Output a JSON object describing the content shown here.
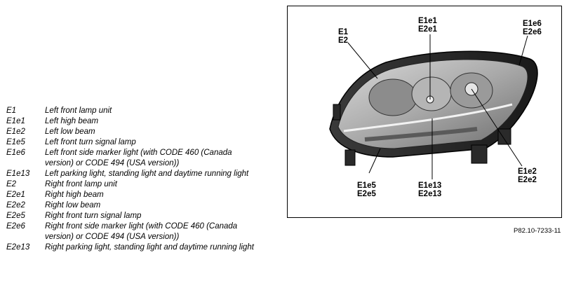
{
  "legend": [
    {
      "code": "E1",
      "text": "Left front lamp unit"
    },
    {
      "code": "E1e1",
      "text": "Left high beam"
    },
    {
      "code": "E1e2",
      "text": "Left low beam"
    },
    {
      "code": "E1e5",
      "text": "Left front turn signal lamp"
    },
    {
      "code": "E1e6",
      "text": "Left front side marker light (with CODE 460 (Canada version) or CODE 494 (USA version))"
    },
    {
      "code": "E1e13",
      "text": "Left parking light, standing light and daytime running light"
    },
    {
      "code": "E2",
      "text": "Right front lamp unit"
    },
    {
      "code": "E2e1",
      "text": "Right high beam"
    },
    {
      "code": "E2e2",
      "text": "Right low beam"
    },
    {
      "code": "E2e5",
      "text": "Right front turn signal lamp"
    },
    {
      "code": "E2e6",
      "text": "Right front side marker light (with CODE 460 (Canada version) or CODE 494 (USA version))"
    },
    {
      "code": "E2e13",
      "text": "Right parking light, standing light and daytime running light"
    }
  ],
  "figure": {
    "callouts": {
      "lamp_unit": [
        "E1",
        "E2"
      ],
      "high_beam": [
        "E1e1",
        "E2e1"
      ],
      "side_marker": [
        "E1e6",
        "E2e6"
      ],
      "turn_signal": [
        "E1e5",
        "E2e5"
      ],
      "parking_light": [
        "E1e13",
        "E2e13"
      ],
      "low_beam": [
        "E1e2",
        "E2e2"
      ]
    },
    "reference": "P82.10-7233-11"
  }
}
